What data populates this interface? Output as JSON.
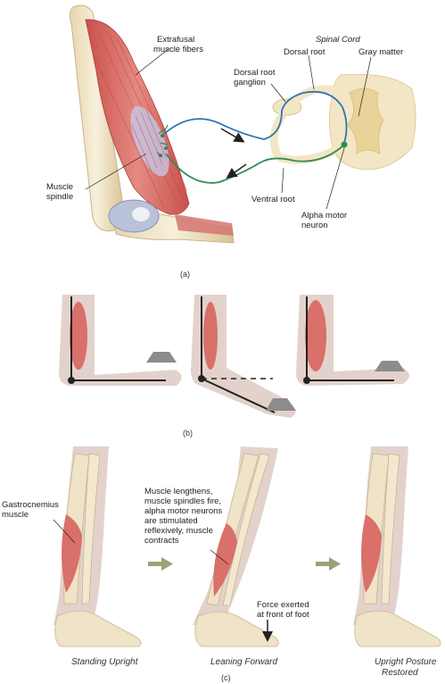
{
  "panel_a": {
    "label": "(a)",
    "extrafusal_line1": "Extrafusal",
    "extrafusal_line2": "muscle fibers",
    "spinal_cord": "Spinal Cord",
    "dorsal_root": "Dorsal root",
    "gray_matter": "Gray matter",
    "drg_line1": "Dorsal root",
    "drg_line2": "ganglion",
    "spindle_line1": "Muscle",
    "spindle_line2": "spindle",
    "ventral_root": "Ventral root",
    "alpha_line1": "Alpha motor",
    "alpha_line2": "neuron"
  },
  "panel_b": {
    "label": "(b)"
  },
  "panel_c": {
    "label": "(c)",
    "gastro_line1": "Gastrocnemius",
    "gastro_line2": "muscle",
    "reflex_line1": "Muscle lengthens,",
    "reflex_line2": "muscle spindles fire,",
    "reflex_line3": "alpha motor neurons",
    "reflex_line4": "are stimulated",
    "reflex_line5": "reflexively, muscle",
    "reflex_line6": "contracts",
    "force_line1": "Force exerted",
    "force_line2": "at front of foot",
    "cap1": "Standing Upright",
    "cap2": "Leaning Forward",
    "cap3_line1": "Upright Posture",
    "cap3_line2": "Restored"
  },
  "colors": {
    "muscle": "#d9706a",
    "muscle_dark": "#b84a45",
    "bone": "#efe3c8",
    "bone_edge": "#c9b58a",
    "skin": "#e3d2cc",
    "cord": "#f3e6c4",
    "gray_matter": "#e9d39a",
    "sensory": "#2f74b5",
    "motor": "#2f8a55",
    "weight": "#8c8c8c",
    "arrow": "#9aa277"
  }
}
